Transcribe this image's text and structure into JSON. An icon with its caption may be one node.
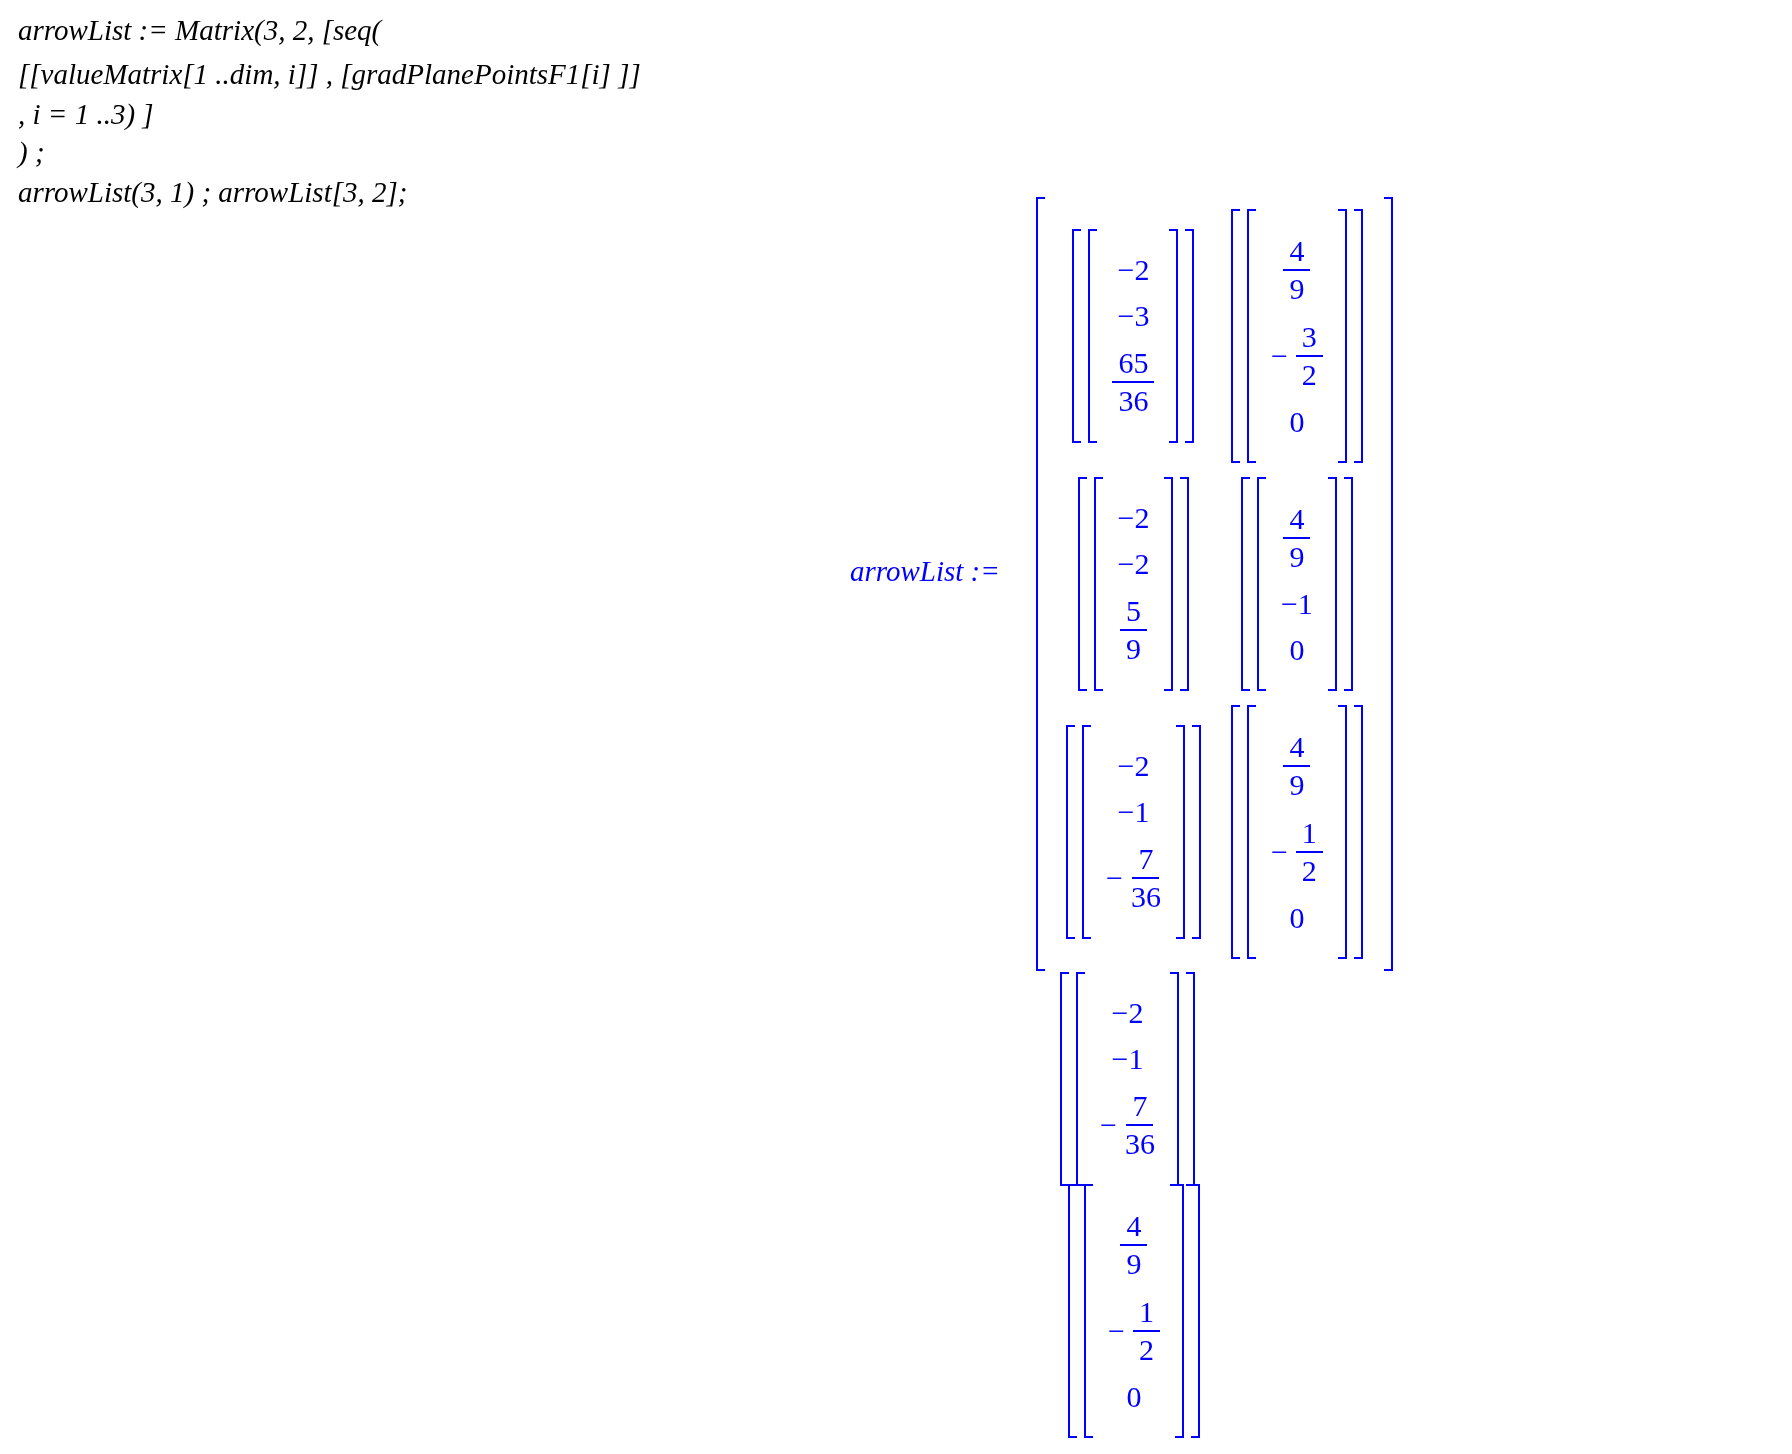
{
  "diagram": {
    "labels": [
      "arrowList := Matrix(3, 2, [seq(",
      "[[valueMatrix[1 ..dim, i]] , [gradPlanePointsF1[i] ]]",
      ", i = 1 ..3) ]",
      ") ;",
      "arrowList(3, 1) ; arrowList[3, 2];",
      "arrowList :=",
      "−2",
      "−3",
      "65",
      "36",
      "4",
      "9",
      "−",
      "3",
      "2",
      "0",
      "−2",
      "−2",
      "5",
      "9",
      "4",
      "9",
      "−1",
      "0",
      "−2",
      "−1",
      "−",
      "7",
      "36",
      "4",
      "9",
      "−",
      "1",
      "2",
      "0",
      "−2",
      "−1",
      "−",
      "7",
      "36",
      "4",
      "9",
      "−",
      "1",
      "2",
      "0"
    ]
  }
}
